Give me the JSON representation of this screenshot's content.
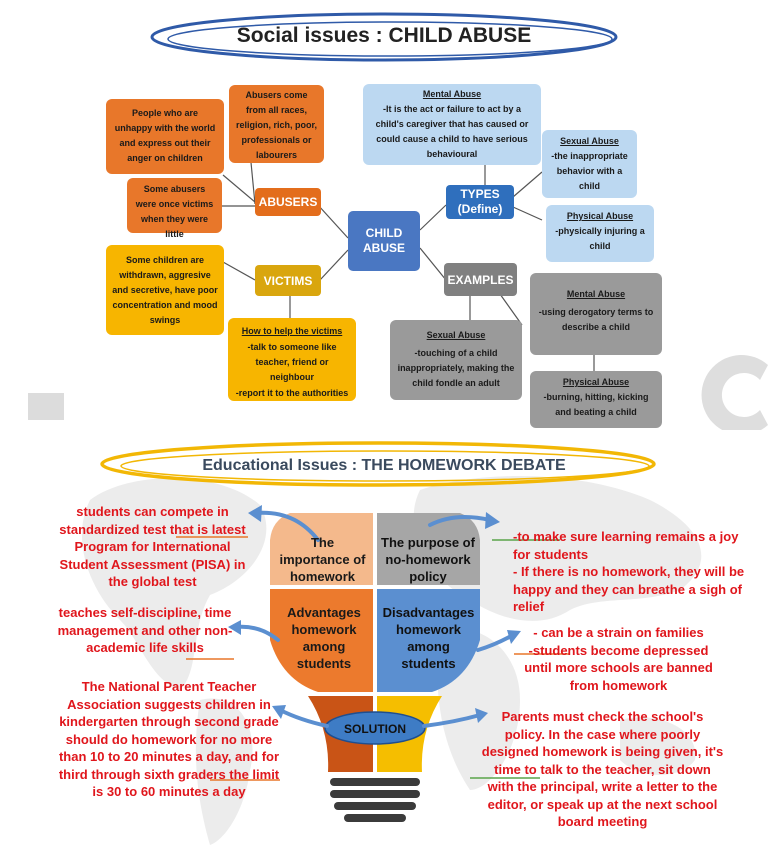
{
  "top_section": {
    "title": "Social issues : CHILD ABUSE",
    "center": "CHILD ABUSE",
    "abusers": {
      "label": "ABUSERS",
      "notes": [
        "People who are unhappy with the world and express out their anger on children",
        "Abusers come from all races, religion, rich, poor, professionals or labourers",
        "Some abusers were once victims when they were little"
      ]
    },
    "victims": {
      "label": "VICTIMS",
      "note": "Some children are withdrawn, aggresive and secretive, have poor concentration and mood swings",
      "help_title": "How to help the victims",
      "help_items": [
        "-talk to someone like teacher, friend or neighbour",
        "-report it to the authorities"
      ]
    },
    "types": {
      "label": "TYPES (Define)",
      "items": [
        {
          "title": "Mental Abuse",
          "text": "-It is the act or failure to act by a child's caregiver that has caused or could cause a  child to have serious behavioural"
        },
        {
          "title": "Sexual Abuse",
          "text": "-the inappropriate behavior with a child"
        },
        {
          "title": "Physical Abuse",
          "text": "-physically injuring a child"
        }
      ]
    },
    "examples": {
      "label": "EXAMPLES",
      "items": [
        {
          "title": "Mental Abuse",
          "text": "-using derogatory terms to describe a child"
        },
        {
          "title": "Sexual Abuse",
          "text": "-touching of a child inappropriately, making the child fondle an adult"
        },
        {
          "title": "Physical Abuse",
          "text": "-burning, hitting, kicking and beating a child"
        }
      ]
    }
  },
  "bottom_section": {
    "title": "Educational Issues : THE HOMEWORK DEBATE",
    "quadrants": {
      "importance": "The importance of homework",
      "purpose": "The purpose of no-homework policy",
      "advantages": "Advantages homework among students",
      "disadvantages": "Disadvantages homework among students"
    },
    "solution": "SOLUTION",
    "left_notes": [
      "students can compete in standardized test that is latest Program for International Student Assessment (PISA) in the global test",
      "teaches self-discipline, time management and other non-academic life skills",
      "The National Parent Teacher Association suggests children in kindergarten through second grade should do homework for no more than 10 to 20 minutes a day, and for third through sixth graders the limit is 30 to 60 minutes a day"
    ],
    "right_notes": [
      "-to make sure learning remains a joy for students",
      "- If there is no homework, they will be happy and they can breathe a sigh of relief",
      "- can be a strain on families",
      "-students become depressed until more schools are banned from homework",
      "Parents must check the school's policy. In the case where poorly designed homework is being given, it's time to talk to the teacher, sit down with the principal, write a letter to the editor, or speak up at the next school board meeting"
    ]
  },
  "colors": {
    "orange": "#e8772a",
    "yellow": "#f7b500",
    "center_blue": "#4a77c2",
    "light_blue": "#bcd8f1",
    "gray": "#9a9a9a",
    "red_text": "#e0161c",
    "ring_blue": "#2f5aa8",
    "ring_yellow": "#f2b705"
  }
}
